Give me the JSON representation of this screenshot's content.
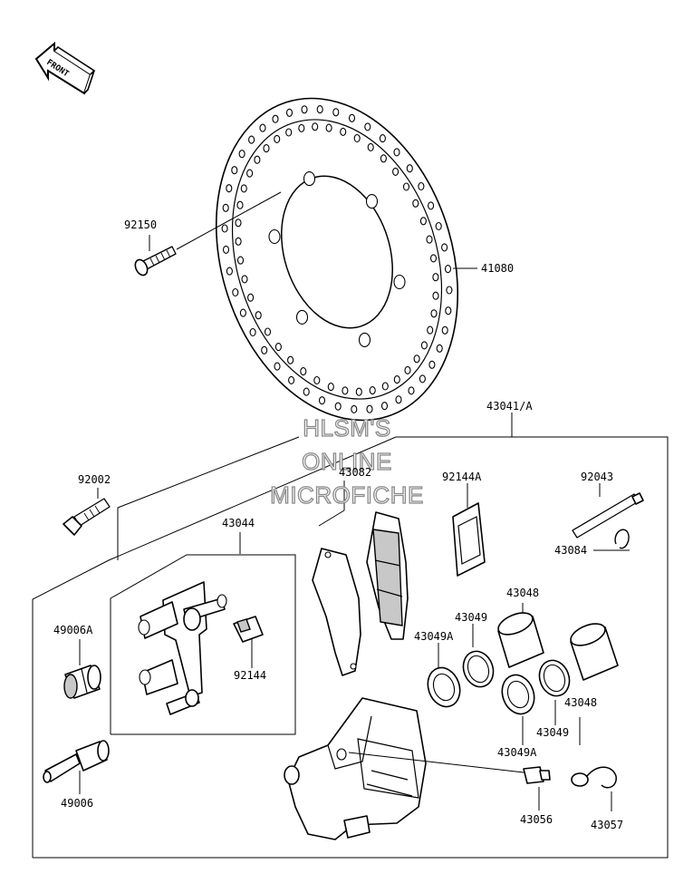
{
  "front_marker": {
    "text": "FRONT"
  },
  "watermark": {
    "line1": "HLSM'S",
    "line2": "ONLINE",
    "line3": "MICROFICHE"
  },
  "parts": {
    "p41080": "41080",
    "p92150": "92150",
    "p43041A": "43041/A",
    "p92002": "92002",
    "p43082": "43082",
    "p92144A": "92144A",
    "p92043": "92043",
    "p43084": "43084",
    "p43044": "43044",
    "p49006A": "49006A",
    "p92144": "92144",
    "p43048a": "43048",
    "p43049a": "43049",
    "p43049Aa": "43049A",
    "p43048b": "43048",
    "p43049b": "43049",
    "p43049Ab": "43049A",
    "p49006": "49006",
    "p43056": "43056",
    "p43057": "43057"
  }
}
